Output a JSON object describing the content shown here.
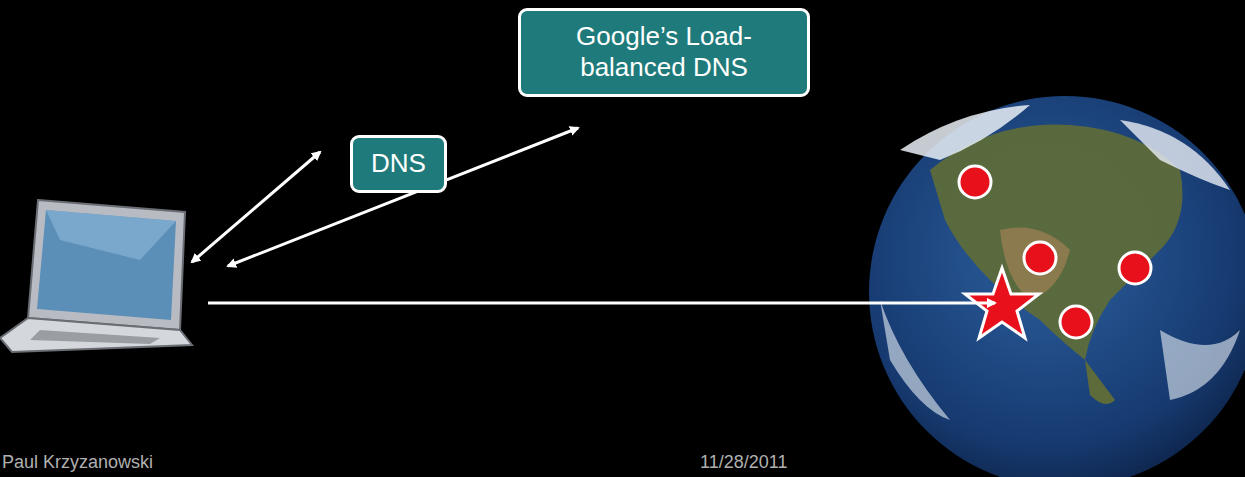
{
  "diagram": {
    "nodes": [
      {
        "text": [
          "DNS"
        ]
      },
      {
        "text": [
          "Google’s Load-balanced DNS"
        ]
      }
    ],
    "labels": [
      "Paul Krzyzanowski",
      "11/28/2011"
    ]
  }
}
